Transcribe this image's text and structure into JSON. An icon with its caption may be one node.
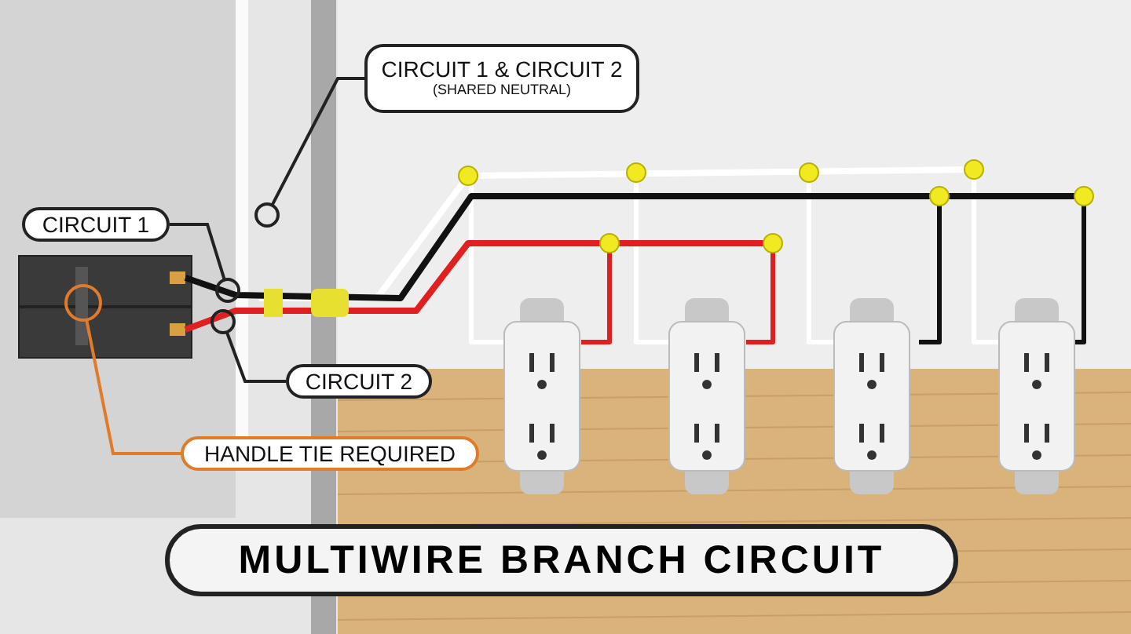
{
  "diagram": {
    "title": "MULTIWIRE BRANCH CIRCUIT",
    "nodes": [
      {
        "text": [
          "CIRCUIT 1 & CIRCUIT 2",
          "(SHARED NEUTRAL)"
        ]
      },
      {
        "text": [
          "CIRCUIT 1"
        ]
      },
      {
        "text": [
          "CIRCUIT 2"
        ]
      },
      {
        "text": [
          "HANDLE TIE REQUIRED"
        ]
      },
      {
        "text": [],
        "shape": "circle"
      },
      {
        "text": [],
        "shape": "circle"
      },
      {
        "text": [],
        "shape": "circle"
      },
      {
        "text": [],
        "shape": "circle"
      }
    ],
    "edges": [
      {
        "from": 0,
        "to": 4,
        "arrow": "none"
      },
      {
        "from": 1,
        "to": 5,
        "arrow": "none"
      },
      {
        "from": 2,
        "to": 6,
        "arrow": "none"
      },
      {
        "from": 3,
        "to": 7,
        "arrow": "none",
        "color": "#e07b2a"
      }
    ]
  }
}
